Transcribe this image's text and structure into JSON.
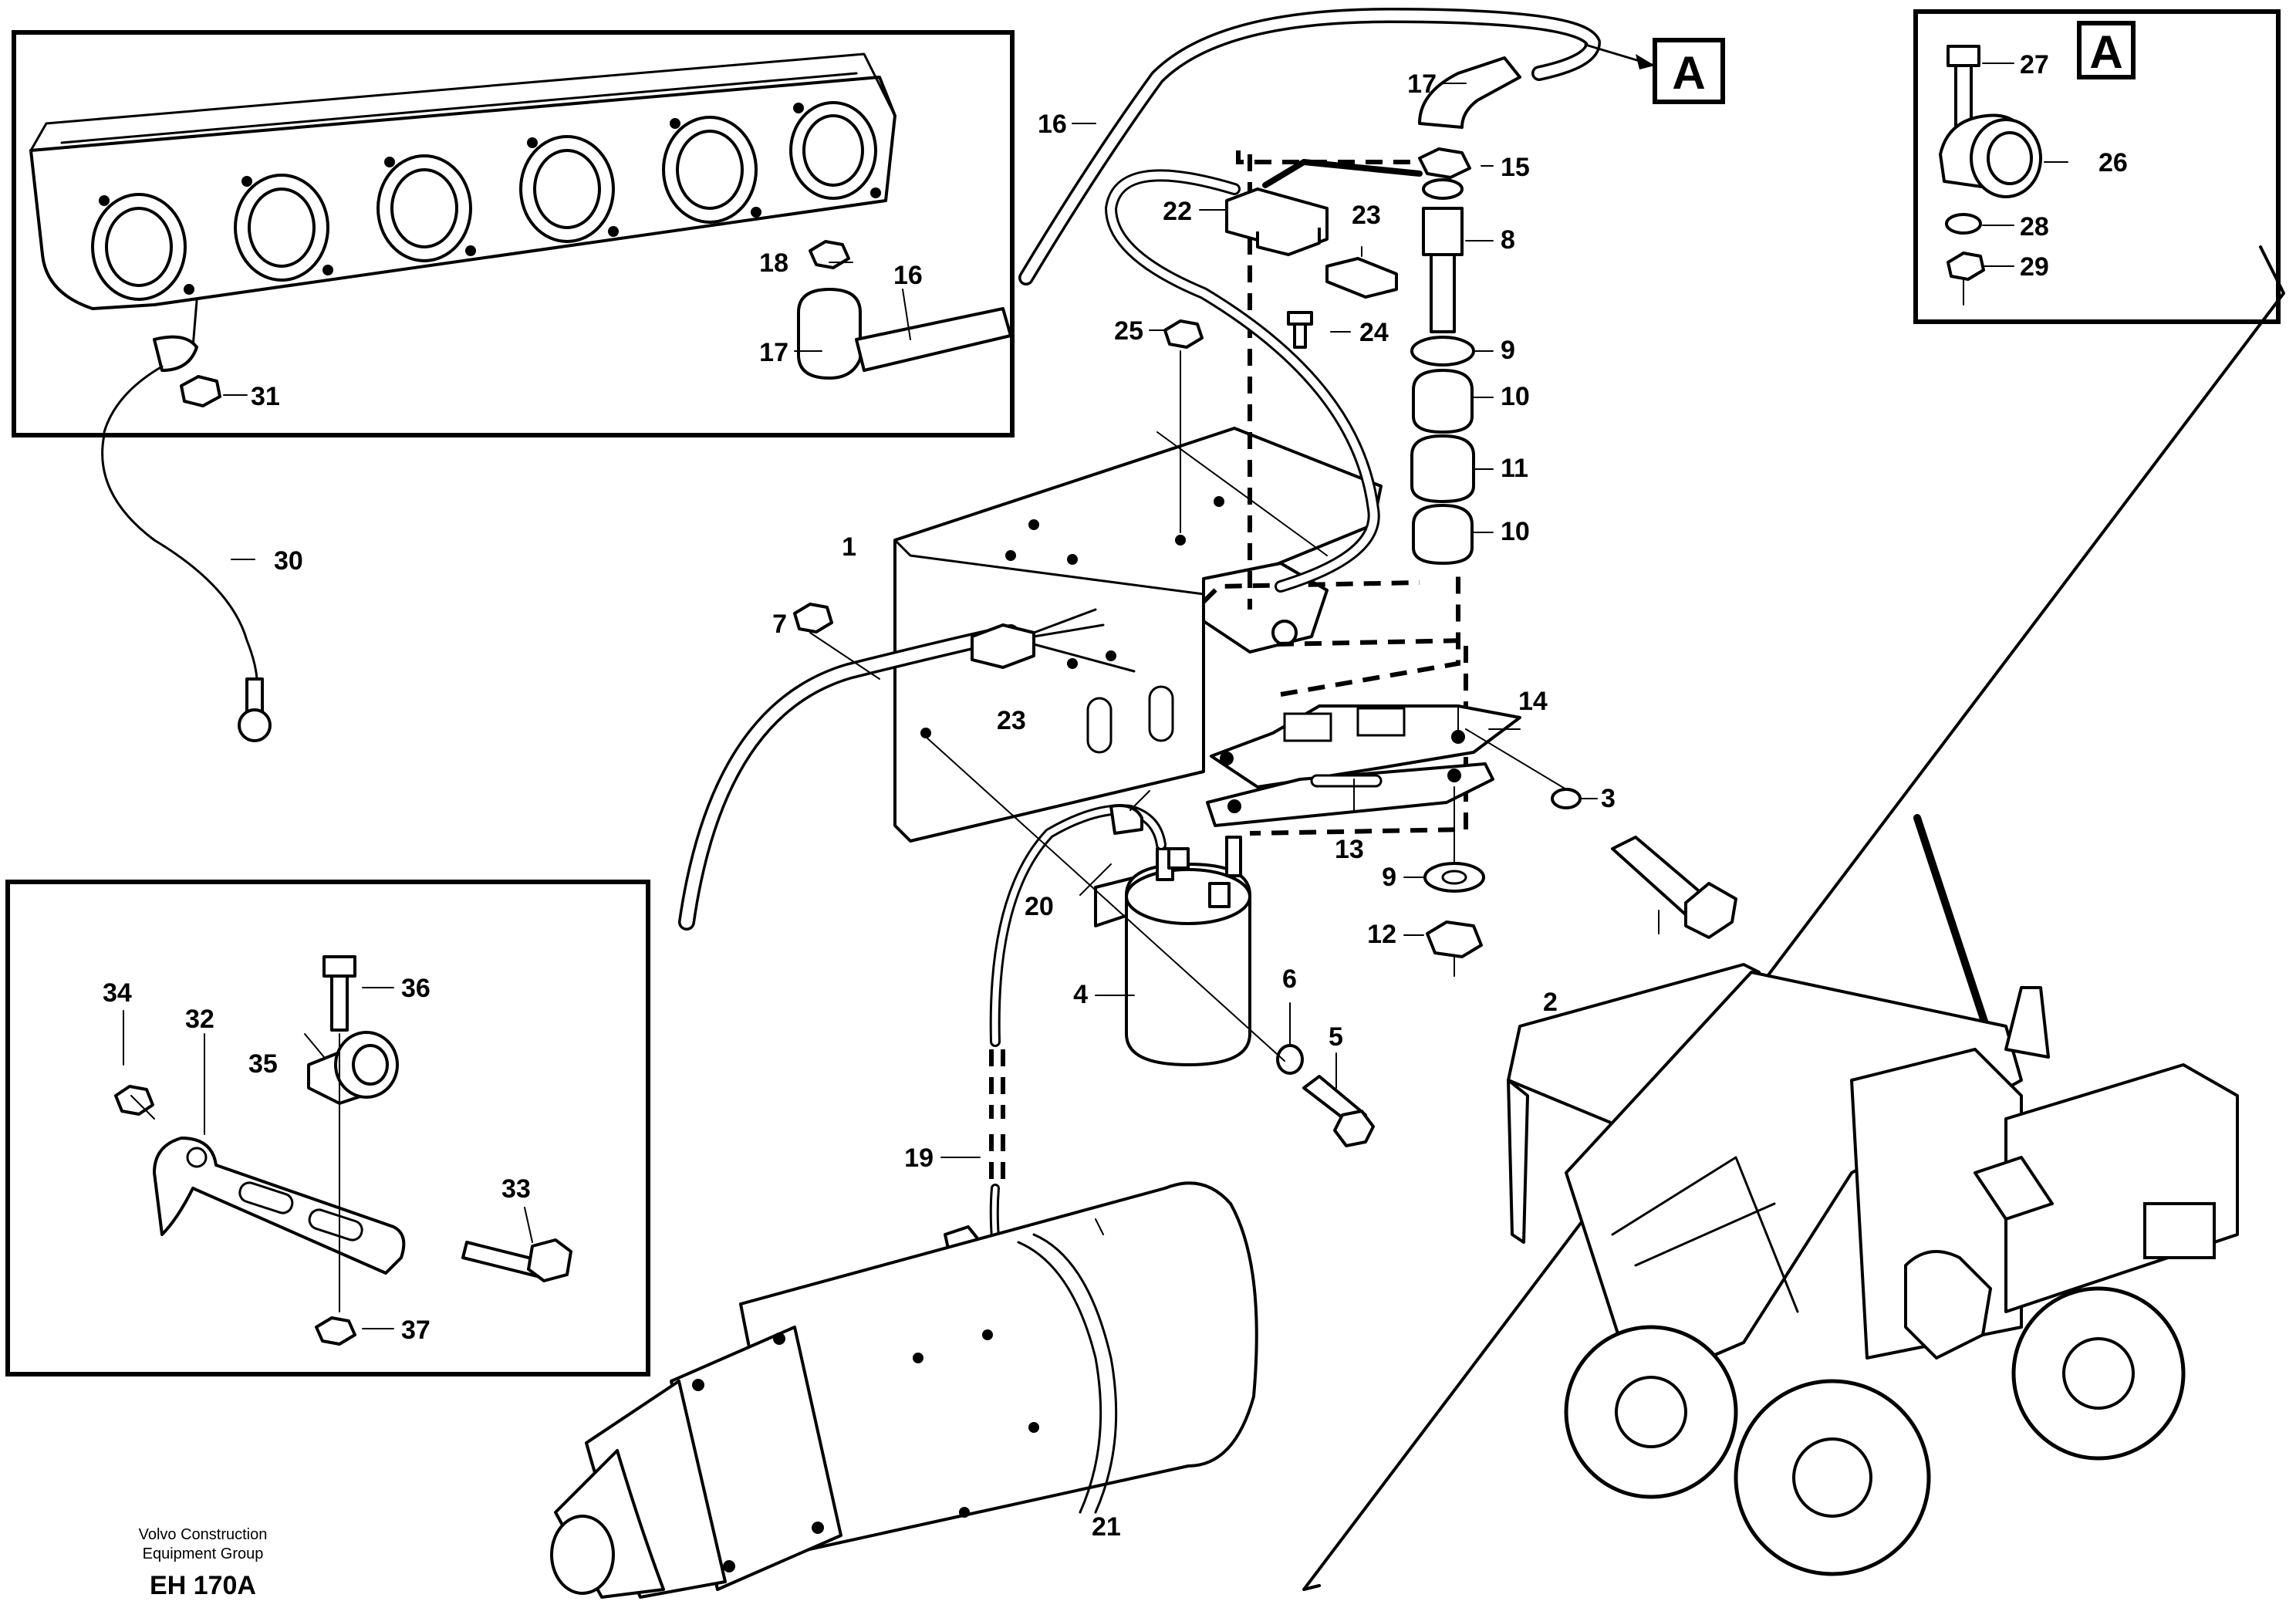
{
  "callouts": {
    "view_a": "A",
    "detail_a": "A"
  },
  "labels": {
    "l1": "1",
    "l2": "2",
    "l3": "3",
    "l4": "4",
    "l5": "5",
    "l6": "6",
    "l7": "7",
    "l8": "8",
    "l9a": "9",
    "l9b": "9",
    "l10a": "10",
    "l10b": "10",
    "l11": "11",
    "l12": "12",
    "l13": "13",
    "l14": "14",
    "l15": "15",
    "l16a": "16",
    "l16b": "16",
    "l17a": "17",
    "l17b": "17",
    "l18": "18",
    "l19": "19",
    "l20": "20",
    "l21": "21",
    "l22": "22",
    "l23a": "23",
    "l23b": "23",
    "l24": "24",
    "l25": "25",
    "l26": "26",
    "l27": "27",
    "l28": "28",
    "l29": "29",
    "l30": "30",
    "l31": "31",
    "l32": "32",
    "l33": "33",
    "l34": "34",
    "l35": "35",
    "l36": "36",
    "l37": "37"
  },
  "footer": {
    "company_line1": "Volvo Construction",
    "company_line2": "Equipment Group",
    "code": "EH 170A"
  }
}
